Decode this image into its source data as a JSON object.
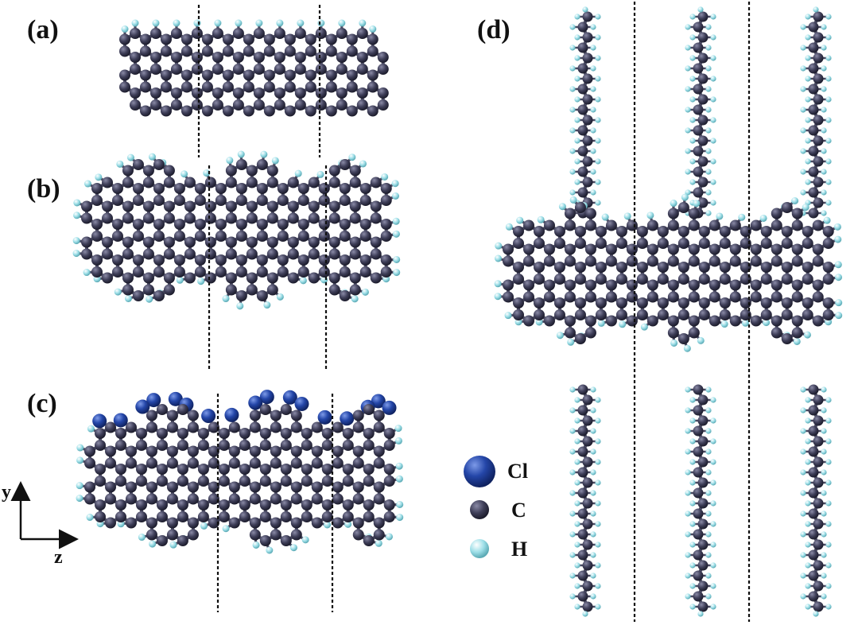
{
  "panels": [
    {
      "label": "(a)"
    },
    {
      "label": "(b)"
    },
    {
      "label": "(c)"
    },
    {
      "label": "(d)"
    }
  ],
  "legend": [
    {
      "label": "Cl",
      "atom": "chlorine",
      "color": "#1f3f9e"
    },
    {
      "label": "C",
      "atom": "carbon",
      "color": "#3a3a52"
    },
    {
      "label": "H",
      "atom": "hydrogen",
      "color": "#8fd6df"
    }
  ],
  "axes": {
    "vertical": "y",
    "horizontal": "z"
  },
  "colors": {
    "carbon": "#3a3a52",
    "hydrogen": "#8fd6df",
    "chlorine": "#1f3f9e",
    "bond": "#4a4a62",
    "divider": "#111111"
  }
}
